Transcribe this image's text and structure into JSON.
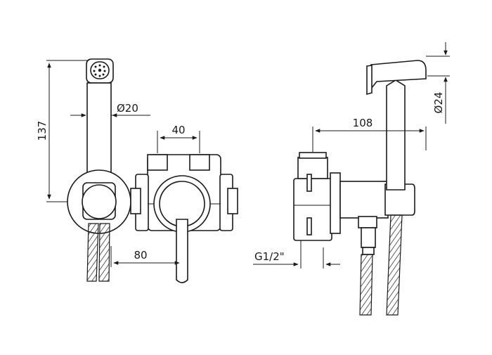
{
  "dimensions": {
    "height_total": "137",
    "head_diameter": "Ø20",
    "inlet_spacing": "40",
    "projection": "80",
    "side_depth": "108",
    "side_diameter": "Ø24",
    "thread": "G1/2\""
  },
  "colors": {
    "line": "#1a1a1a",
    "background": "#ffffff"
  }
}
